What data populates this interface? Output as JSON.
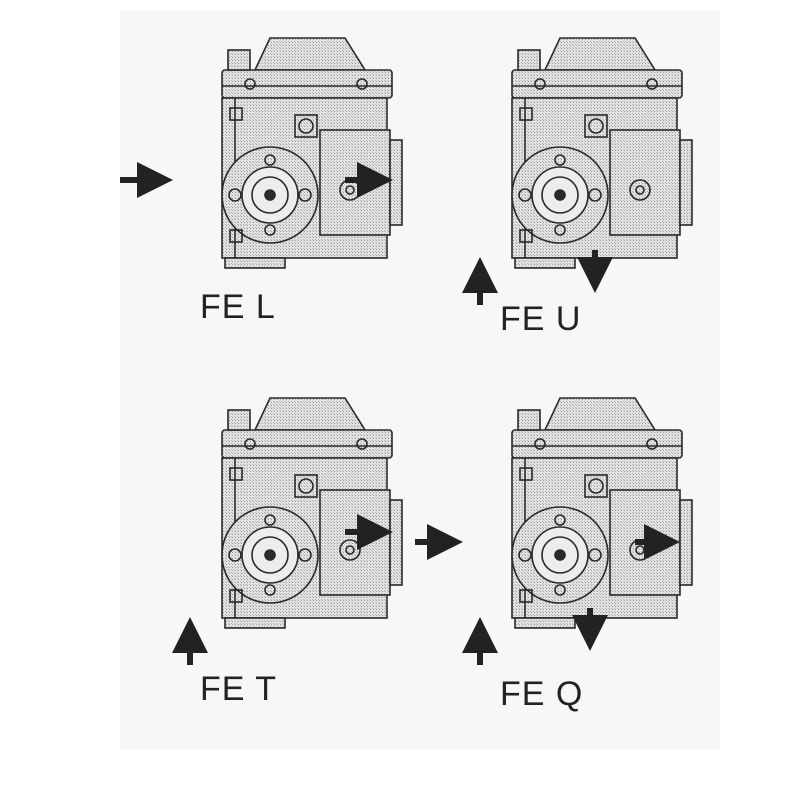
{
  "variants": [
    {
      "id": "L",
      "label": "FE L",
      "inlet": "left",
      "outlets": [
        "right"
      ]
    },
    {
      "id": "U",
      "label": "FE U",
      "inlet": "bottom",
      "outlets": [
        "bottom"
      ]
    },
    {
      "id": "T",
      "label": "FE T",
      "inlet": "bottom",
      "outlets": [
        "right"
      ]
    },
    {
      "id": "Q",
      "label": "FE Q",
      "inlet": "left-and-bottom",
      "outlets": [
        "right",
        "bottom"
      ]
    }
  ],
  "colors": {
    "line": "#2a2a2a",
    "fill": "#d9d9d9",
    "background": "#f7f7f7"
  }
}
